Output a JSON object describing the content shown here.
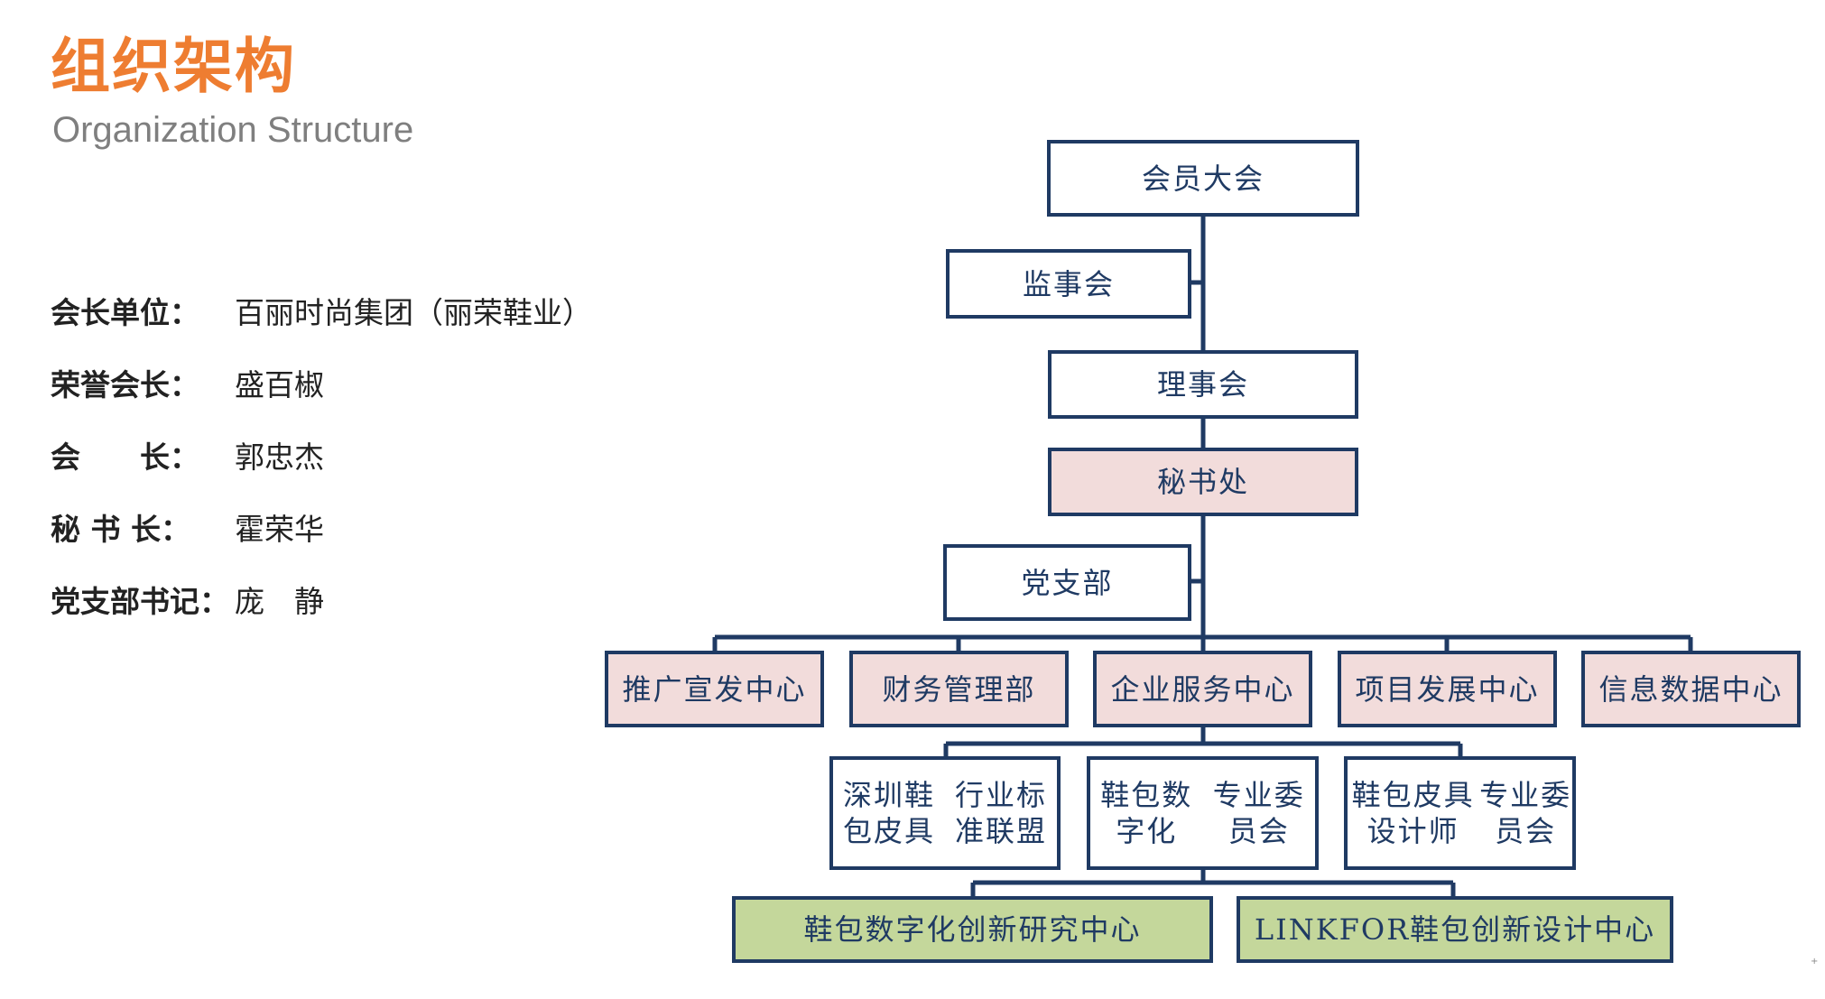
{
  "header": {
    "title": "组织架构",
    "subtitle": "Organization Structure"
  },
  "info": [
    {
      "label": "会长单位：",
      "value": "百丽时尚集团（丽荣鞋业）"
    },
    {
      "label": "荣誉会长：",
      "value": "盛百椒"
    },
    {
      "label": "会　　长：",
      "value": "郭忠杰"
    },
    {
      "label": "秘 书 长：",
      "value": "霍荣华"
    },
    {
      "label": "党支部书记：",
      "value": "庞　静"
    }
  ],
  "org": {
    "assembly": "会员大会",
    "supervisory": "监事会",
    "council": "理事会",
    "secretariat": "秘书处",
    "party": "党支部",
    "depts": [
      "推广宣发中心",
      "财务管理部",
      "企业服务中心",
      "项目发展中心",
      "信息数据中心"
    ],
    "committees": [
      {
        "line1": "深圳鞋包皮具",
        "line2": "行业标准联盟"
      },
      {
        "line1": "鞋包数字化",
        "line2": "专业委员会"
      },
      {
        "line1": "鞋包皮具设计师",
        "line2": "专业委员会"
      }
    ],
    "centers": [
      "鞋包数字化创新研究中心",
      "LINKFOR鞋包创新设计中心"
    ]
  },
  "colors": {
    "title": "#ee7d31",
    "line": "#1f3a63",
    "pink": "#f2dcdb",
    "green": "#c4d79b"
  }
}
